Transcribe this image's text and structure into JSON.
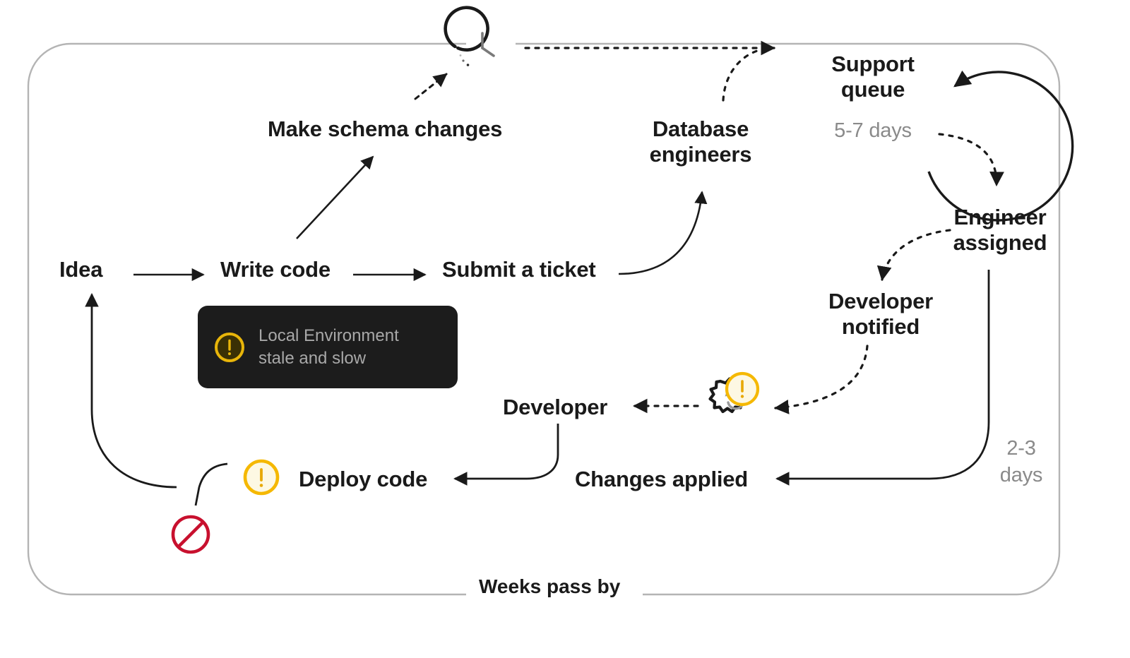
{
  "diagram": {
    "title_footer": "Weeks pass by",
    "frame": {
      "border_color": "#b4b4b4",
      "corner_radius": 60
    },
    "nodes": [
      {
        "id": "idea",
        "label": "Idea"
      },
      {
        "id": "write-code",
        "label": "Write code"
      },
      {
        "id": "submit-ticket",
        "label": "Submit a ticket"
      },
      {
        "id": "make-schema",
        "label": "Make schema changes"
      },
      {
        "id": "database-engineers",
        "label": "Database\nengineers"
      },
      {
        "id": "support-queue",
        "label": "Support\nqueue"
      },
      {
        "id": "support-queue-time",
        "label": "5-7 days"
      },
      {
        "id": "engineer-assigned",
        "label": "Engineer\nassigned"
      },
      {
        "id": "developer-notified",
        "label": "Developer\nnotified"
      },
      {
        "id": "developer",
        "label": "Developer"
      },
      {
        "id": "changes-applied",
        "label": "Changes applied"
      },
      {
        "id": "deploy-code",
        "label": "Deploy code"
      },
      {
        "id": "engineer-duration",
        "label": "2-3\ndays"
      }
    ],
    "tooltip": {
      "icon": "warning-icon",
      "text": "Local Environment\nstale and slow",
      "background": "#1c1c1c",
      "text_color": "#a8a8a8",
      "icon_color": "#e8b50a"
    },
    "icons": [
      {
        "id": "clock-icon",
        "name": "clock-icon"
      },
      {
        "id": "gear-warning-icon",
        "name": "gear-icon"
      },
      {
        "id": "deploy-warning-icon",
        "name": "warning-icon"
      },
      {
        "id": "blocked-icon",
        "name": "prohibited-icon"
      }
    ],
    "colors": {
      "warning_yellow": "#f5b800",
      "warning_fill": "#fdf8e3",
      "blocked_red": "#c8102e",
      "stroke": "#1a1a1a",
      "muted_text": "#8a8a8a",
      "frame": "#b4b4b4"
    }
  }
}
